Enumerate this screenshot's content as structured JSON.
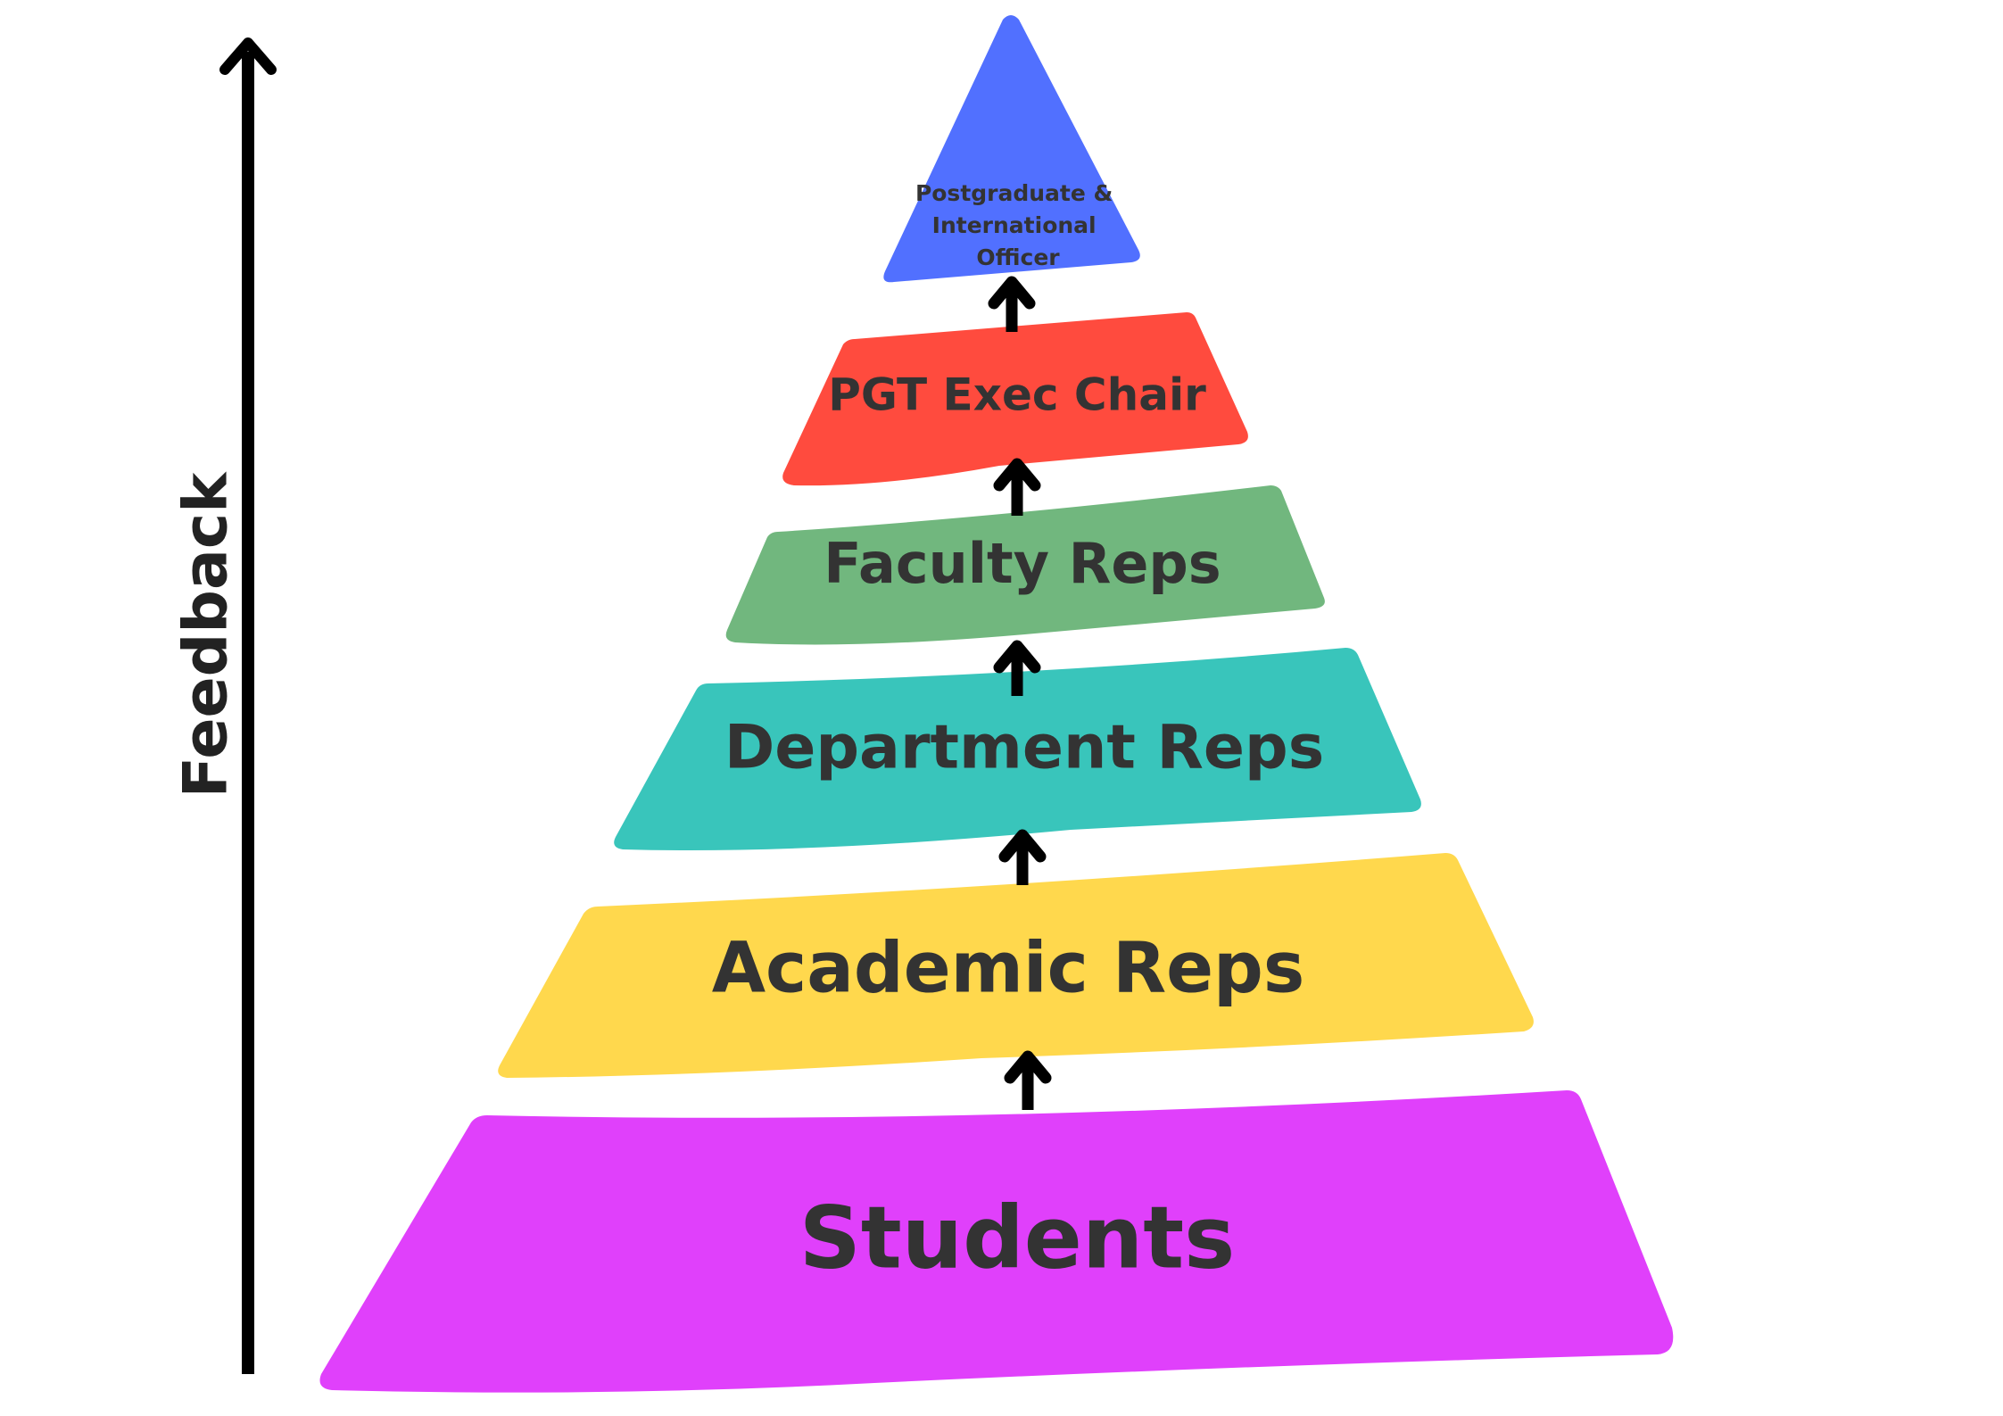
{
  "feedback": {
    "label": "Feedback"
  },
  "tiers": [
    {
      "id": "officer",
      "label_lines": [
        "Postgraduate &",
        "International",
        "Officer"
      ],
      "color": "#5170FF"
    },
    {
      "id": "exec",
      "label_lines": [
        "PGT Exec Chair"
      ],
      "color": "#FF4B3E"
    },
    {
      "id": "faculty",
      "label_lines": [
        "Faculty Reps"
      ],
      "color": "#71B77E"
    },
    {
      "id": "department",
      "label_lines": [
        "Department Reps"
      ],
      "color": "#39C5BB"
    },
    {
      "id": "academic",
      "label_lines": [
        "Academic Reps"
      ],
      "color": "#FFD84D"
    },
    {
      "id": "students",
      "label_lines": [
        "Students"
      ],
      "color": "#E040FB"
    }
  ],
  "colors": {
    "arrow": "#000000",
    "text": "#333333"
  }
}
